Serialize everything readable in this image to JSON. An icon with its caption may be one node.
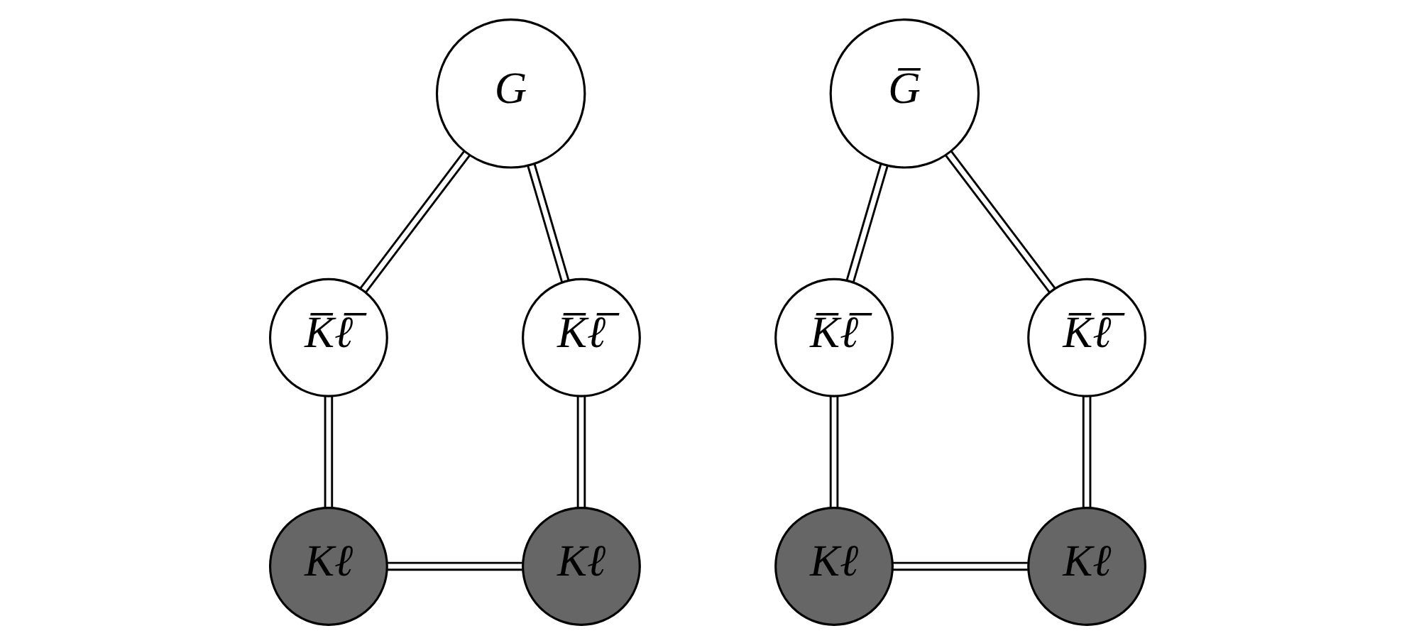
{
  "diagram": {
    "nodes": [
      {
        "text": [
          "G"
        ]
      },
      {
        "text": [
          "K̅ℓ̅"
        ]
      },
      {
        "text": [
          "K̅ℓ̅"
        ]
      },
      {
        "text": [
          "Kℓ"
        ]
      },
      {
        "text": [
          "Kℓ"
        ]
      },
      {
        "text": [
          "G̅"
        ]
      },
      {
        "text": [
          "K̅ℓ̅"
        ]
      },
      {
        "text": [
          "K̅ℓ̅"
        ]
      },
      {
        "text": [
          "Kℓ"
        ]
      },
      {
        "text": [
          "Kℓ"
        ]
      }
    ],
    "edges": [
      {
        "from": 0,
        "to": 1,
        "arrow": "none"
      },
      {
        "from": 0,
        "to": 2,
        "arrow": "none"
      },
      {
        "from": 1,
        "to": 3,
        "arrow": "none"
      },
      {
        "from": 2,
        "to": 4,
        "arrow": "none"
      },
      {
        "from": 3,
        "to": 4,
        "arrow": "none"
      },
      {
        "from": 5,
        "to": 6,
        "arrow": "none"
      },
      {
        "from": 5,
        "to": 7,
        "arrow": "none"
      },
      {
        "from": 6,
        "to": 8,
        "arrow": "none"
      },
      {
        "from": 7,
        "to": 9,
        "arrow": "none"
      },
      {
        "from": 8,
        "to": 9,
        "arrow": "none"
      }
    ]
  }
}
